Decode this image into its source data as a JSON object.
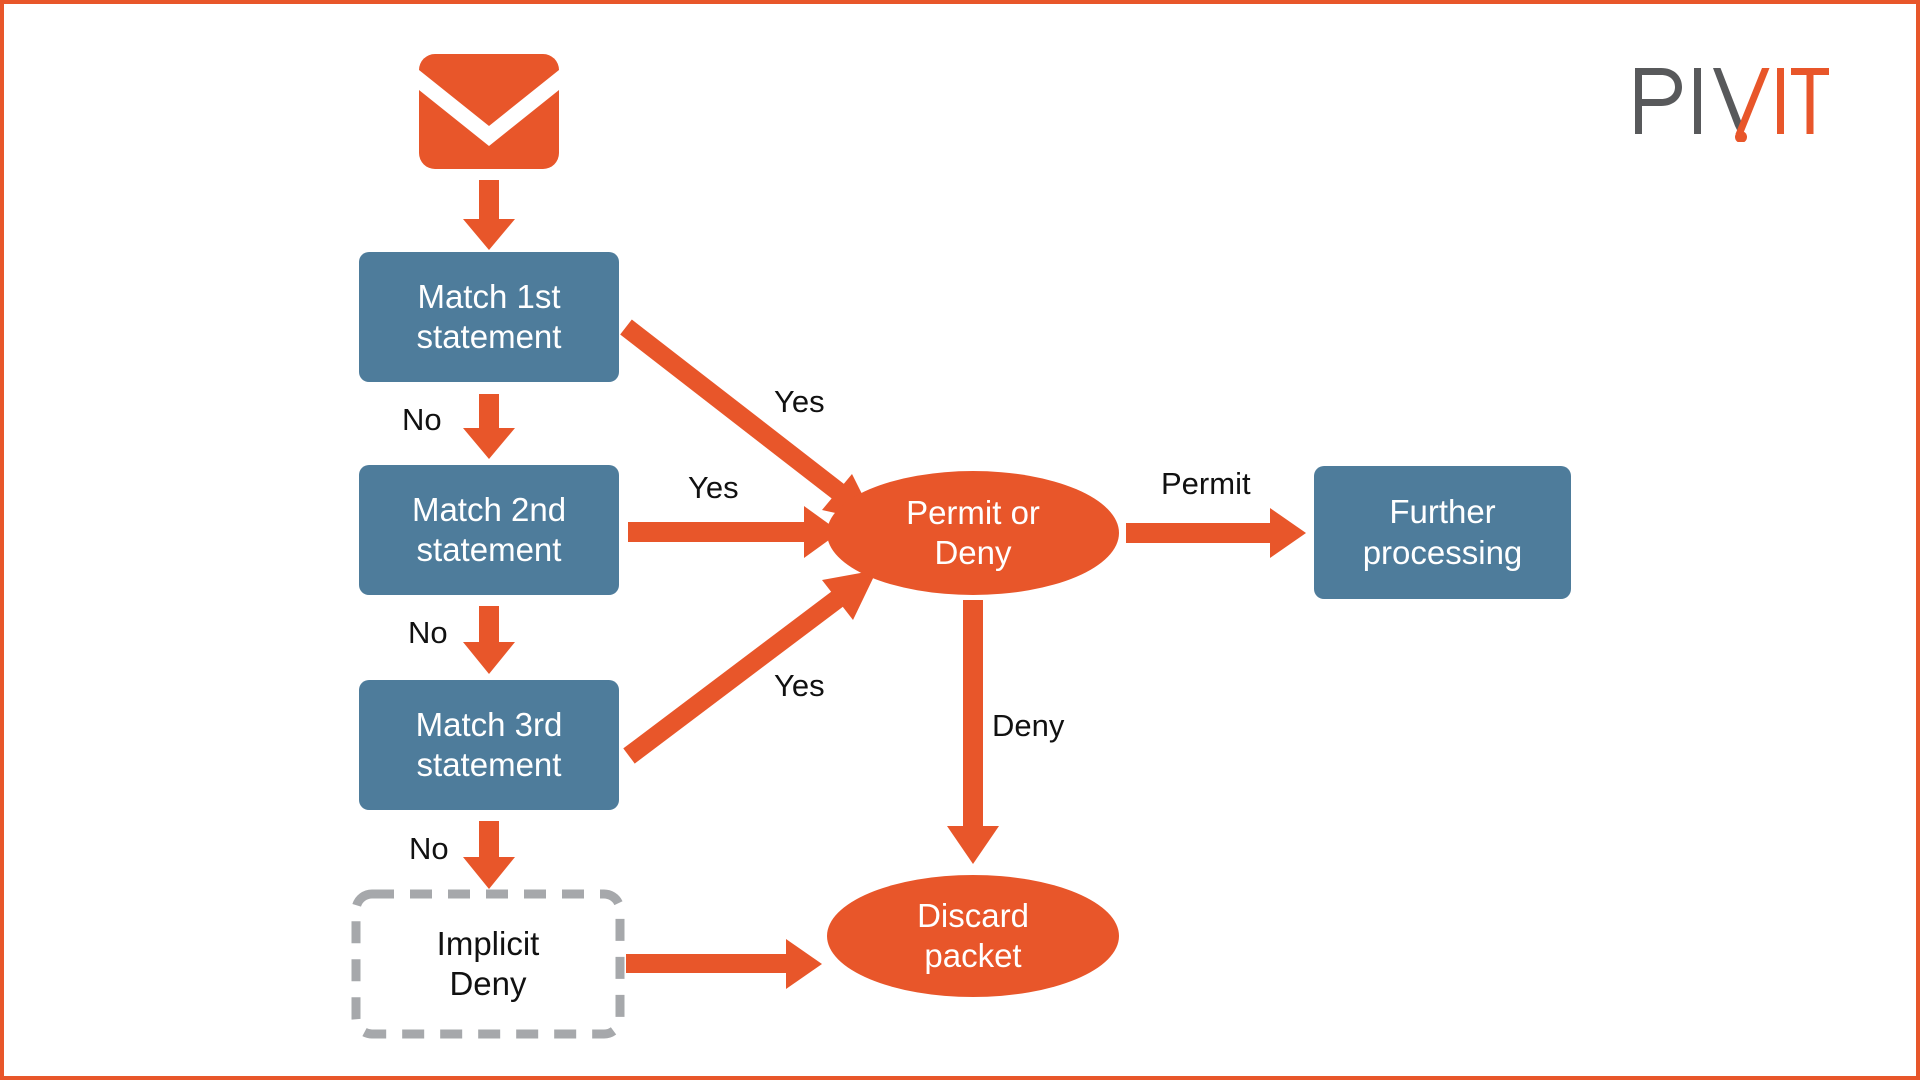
{
  "page": {
    "title": "ACL packet filtering flowchart",
    "background": "#ffffff",
    "border_color": "#E8562A"
  },
  "brand": {
    "logo_text_dark": "PIV",
    "logo_text_accent": "IT",
    "logo_slash": "/",
    "dark_color": "#58595B",
    "accent_color": "#E8562A"
  },
  "colors": {
    "orange": "#E8562A",
    "blue": "#4E7C9B",
    "dashed_gray": "#A6A8AB",
    "white": "#ffffff",
    "black": "#111111"
  },
  "nodes": {
    "packet_icon": {
      "name": "incoming packet envelope",
      "shape": "envelope-icon",
      "color": "#E8562A"
    },
    "match1": {
      "label_line1": "Match 1st",
      "label_line2": "statement",
      "shape": "rounded-rect",
      "fill": "#4E7C9B"
    },
    "match2": {
      "label_line1": "Match 2nd",
      "label_line2": "statement",
      "shape": "rounded-rect",
      "fill": "#4E7C9B"
    },
    "match3": {
      "label_line1": "Match 3rd",
      "label_line2": "statement",
      "shape": "rounded-rect",
      "fill": "#4E7C9B"
    },
    "implicit_deny": {
      "label_line1": "Implicit",
      "label_line2": "Deny",
      "shape": "dashed-rounded-rect",
      "fill": "#ffffff",
      "stroke": "#A6A8AB"
    },
    "permit_or_deny": {
      "label_line1": "Permit or",
      "label_line2": "Deny",
      "shape": "ellipse",
      "fill": "#E8562A"
    },
    "further_processing": {
      "label_line1": "Further",
      "label_line2": "processing",
      "shape": "rounded-rect",
      "fill": "#4E7C9B"
    },
    "discard_packet": {
      "label_line1": "Discard",
      "label_line2": "packet",
      "shape": "ellipse",
      "fill": "#E8562A"
    }
  },
  "edges": [
    {
      "id": "packet-to-match1",
      "label": "",
      "from": "packet_icon",
      "to": "match1"
    },
    {
      "id": "match1-yes",
      "label": "Yes",
      "from": "match1",
      "to": "permit_or_deny"
    },
    {
      "id": "match1-no",
      "label": "No",
      "from": "match1",
      "to": "match2"
    },
    {
      "id": "match2-yes",
      "label": "Yes",
      "from": "match2",
      "to": "permit_or_deny"
    },
    {
      "id": "match2-no",
      "label": "No",
      "from": "match2",
      "to": "match3"
    },
    {
      "id": "match3-yes",
      "label": "Yes",
      "from": "match3",
      "to": "permit_or_deny"
    },
    {
      "id": "match3-no",
      "label": "No",
      "from": "match3",
      "to": "implicit_deny"
    },
    {
      "id": "permit",
      "label": "Permit",
      "from": "permit_or_deny",
      "to": "further_processing"
    },
    {
      "id": "deny",
      "label": "Deny",
      "from": "permit_or_deny",
      "to": "discard_packet"
    },
    {
      "id": "implicit-to-discard",
      "label": "",
      "from": "implicit_deny",
      "to": "discard_packet"
    }
  ],
  "edge_labels": {
    "match1_yes": "Yes",
    "match1_no": "No",
    "match2_yes": "Yes",
    "match2_no": "No",
    "match3_yes": "Yes",
    "match3_no": "No",
    "permit": "Permit",
    "deny": "Deny"
  }
}
